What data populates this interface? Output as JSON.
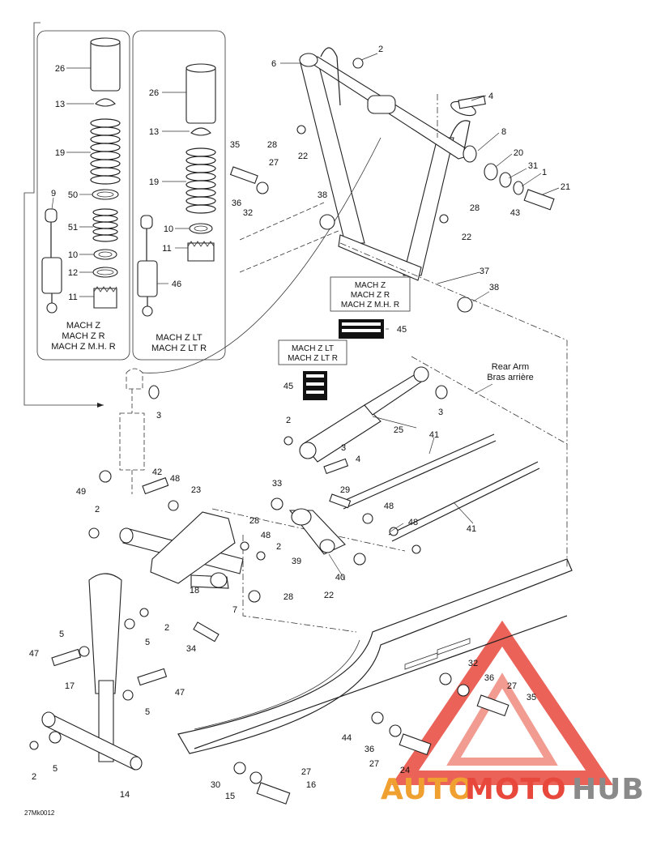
{
  "boxes": {
    "left_models": [
      "MACH Z",
      "MACH Z R",
      "MACH Z M.H. R"
    ],
    "right_models": [
      "MACH Z LT",
      "MACH Z LT R"
    ]
  },
  "tags": {
    "upper": [
      "MACH Z",
      "MACH Z R",
      "MACH Z M.H. R"
    ],
    "lower": [
      "MACH Z LT",
      "MACH Z LT R"
    ]
  },
  "rear_arm": {
    "en": "Rear Arm",
    "fr": "Bras arrière"
  },
  "part_numbers": {
    "p26a": "26",
    "p13a": "13",
    "p19a": "19",
    "p50": "50",
    "p51": "51",
    "p10a": "10",
    "p12": "12",
    "p11a": "11",
    "p9": "9",
    "p26b": "26",
    "p13b": "13",
    "p19b": "19",
    "p10b": "10",
    "p11b": "11",
    "p46": "46",
    "p6": "6",
    "p2a": "2",
    "p4a": "4",
    "p8": "8",
    "p20": "20",
    "p31": "31",
    "p1": "1",
    "p21": "21",
    "p43": "43",
    "p28a": "28",
    "p22a": "22",
    "p35a": "35",
    "p27a": "27",
    "p36a": "36",
    "p32a": "32",
    "p38a": "38",
    "p28b": "28",
    "p22b": "22",
    "p37": "37",
    "p38b": "38",
    "p45a": "45",
    "p45b": "45",
    "p3a": "3",
    "p25": "25",
    "p2b": "2",
    "p3b": "3",
    "p4b": "4",
    "p41a": "41",
    "p41b": "41",
    "p42": "42",
    "p48a": "48",
    "p49": "49",
    "p23": "23",
    "p33": "33",
    "p29": "29",
    "p48b": "48",
    "p48c": "48",
    "p28c": "28",
    "p2c": "2",
    "p48d": "48",
    "p2d": "2",
    "p39": "39",
    "p40": "40",
    "p18": "18",
    "p7": "7",
    "p28d": "28",
    "p22c": "22",
    "p34": "34",
    "p5a": "5",
    "p2e": "2",
    "p5b": "5",
    "p47a": "47",
    "p47b": "47",
    "p17": "17",
    "p5c": "5",
    "p5d": "5",
    "p2f": "2",
    "p14": "14",
    "p32b": "32",
    "p36b": "36",
    "p27b": "27",
    "p35b": "35",
    "p44": "44",
    "p36c": "36",
    "p27c": "27",
    "p24": "24",
    "p30": "30",
    "p15": "15",
    "p27d": "27",
    "p16": "16"
  },
  "figure_code": "27Mk0012",
  "watermark": {
    "auto": "AUTO",
    "moto": "MOTO",
    "hub": "HUB"
  },
  "colors": {
    "line": "#222222",
    "watermark_red": "#e8473c",
    "watermark_orange": "#f0a030",
    "watermark_gray": "#8a8a8a"
  }
}
